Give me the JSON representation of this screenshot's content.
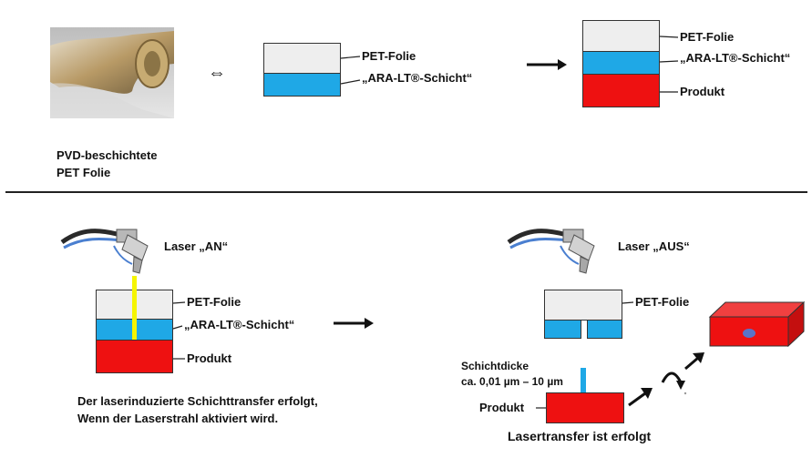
{
  "top": {
    "photo_caption_line1": "PVD-beschichtete",
    "photo_caption_line2": "PET Folie",
    "equiv_symbol": "⇔",
    "left_stack": {
      "pet": "PET-Folie",
      "ara": "„ARA-LT®-Schicht“"
    },
    "right_stack": {
      "pet": "PET-Folie",
      "ara": "„ARA-LT®-Schicht“",
      "product": "Produkt"
    }
  },
  "bottom_left": {
    "laser_label": "Laser „AN“",
    "pet": "PET-Folie",
    "ara": "„ARA-LT®-Schicht“",
    "product": "Produkt",
    "caption_line1": "Der laserinduzierte Schichttransfer erfolgt,",
    "caption_line2": "Wenn der Laserstrahl aktiviert wird."
  },
  "bottom_right": {
    "laser_label": "Laser „AUS“",
    "pet": "PET-Folie",
    "thickness_line1": "Schichtdicke",
    "thickness_line2": "ca. 0,01 µm – 10 µm",
    "product": "Produkt",
    "result": "Lasertransfer ist erfolgt"
  },
  "colors": {
    "pet": "#eeeeee",
    "ara": "#1fa8e6",
    "product": "#ee1111",
    "laser_beam": "#f5f500",
    "spot": "#5a73c8"
  }
}
